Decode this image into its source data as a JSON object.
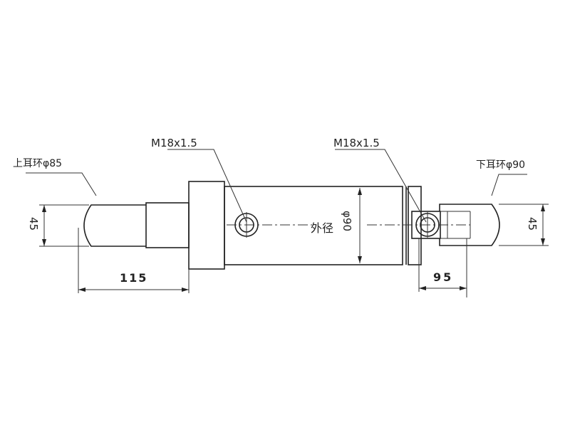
{
  "labels": {
    "thread_left": "M18x1.5",
    "thread_right": "M18x1.5",
    "upper_ear": "上耳环φ85",
    "lower_ear": "下耳环φ90",
    "outer_dia_label": "外径",
    "outer_dia_value": "φ90"
  },
  "dimensions": {
    "left_height": "45",
    "right_height": "45",
    "left_length": "115",
    "right_length": "95"
  }
}
